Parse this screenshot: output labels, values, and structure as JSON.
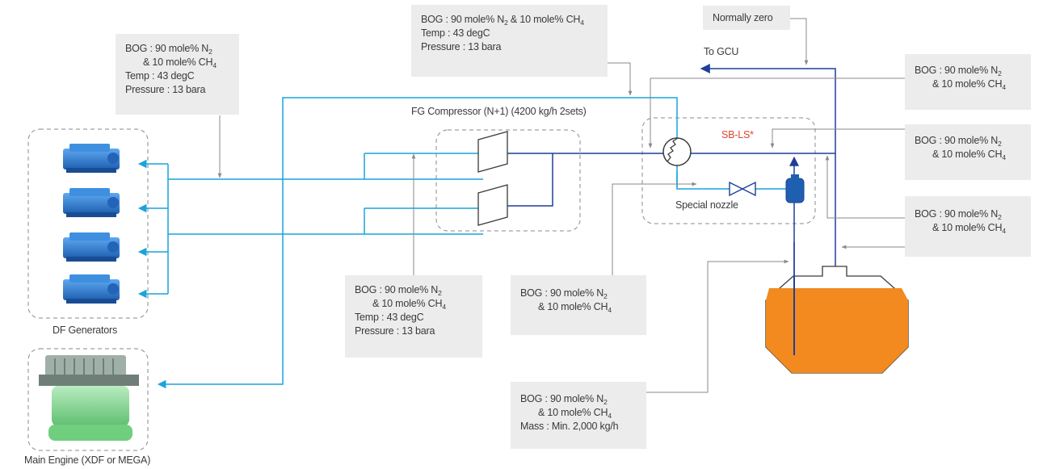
{
  "info_boxes": {
    "box_left_top": {
      "lines": [
        "BOG : 90 mole% N",
        "& 10 mole% CH",
        "Temp : 43 degC",
        "Pressure : 13 bara"
      ]
    },
    "box_top_center": {
      "lines": [
        "BOG : 90 mole% N",
        "& 10 mole% CH",
        "Temp : 43 degC",
        "Pressure : 13 bara"
      ]
    },
    "box_right_1": {
      "lines": [
        "BOG : 90 mole% N",
        "& 10 mole% CH"
      ]
    },
    "box_right_2": {
      "lines": [
        "BOG : 90 mole% N",
        "& 10 mole% CH"
      ]
    },
    "box_right_3": {
      "lines": [
        "BOG : 90 mole% N",
        "& 10 mole% CH"
      ]
    },
    "box_center_bottom": {
      "lines": [
        "BOG : 90 mole% N",
        "& 10 mole% CH",
        "Temp : 43 degC",
        "Pressure : 13 bara"
      ]
    },
    "box_nozzle": {
      "lines": [
        "BOG : 90 mole% N",
        "& 10 mole% CH"
      ]
    },
    "box_bottom": {
      "lines": [
        "BOG : 90 mole% N",
        "& 10 mole% CH",
        "Mass : Min. 2,000 kg/h"
      ]
    },
    "box_normally_zero": {
      "lines": [
        "Normally zero"
      ]
    }
  },
  "subscripts": {
    "n2": "2",
    "ch4": "4"
  },
  "labels": {
    "to_gcu": "To GCU",
    "fg_compressor": "FG Compressor (N+1) (4200 kg/h  2sets)",
    "sb_ls": "SB-LS*",
    "special_nozzle": "Special nozzle",
    "df_generators": "DF Generators",
    "main_engine": "Main Engine (XDF or MEGA)"
  },
  "icons": [
    "generator-icon",
    "main-engine-icon",
    "compressor-icon",
    "heat-exchanger-icon",
    "valve-icon",
    "separator-vessel-icon",
    "cargo-tank-icon"
  ],
  "colors": {
    "light_blue_line": "#1aa3dc",
    "dark_blue_line": "#1f3f98",
    "gray_leader": "#8a8a8a",
    "box_fill": "#ececed",
    "tank_fill": "#f28a1f",
    "sb_ls_text": "#e0452e",
    "engine_green": "#7fd08a",
    "generator_blue": "#2f7fd2"
  }
}
